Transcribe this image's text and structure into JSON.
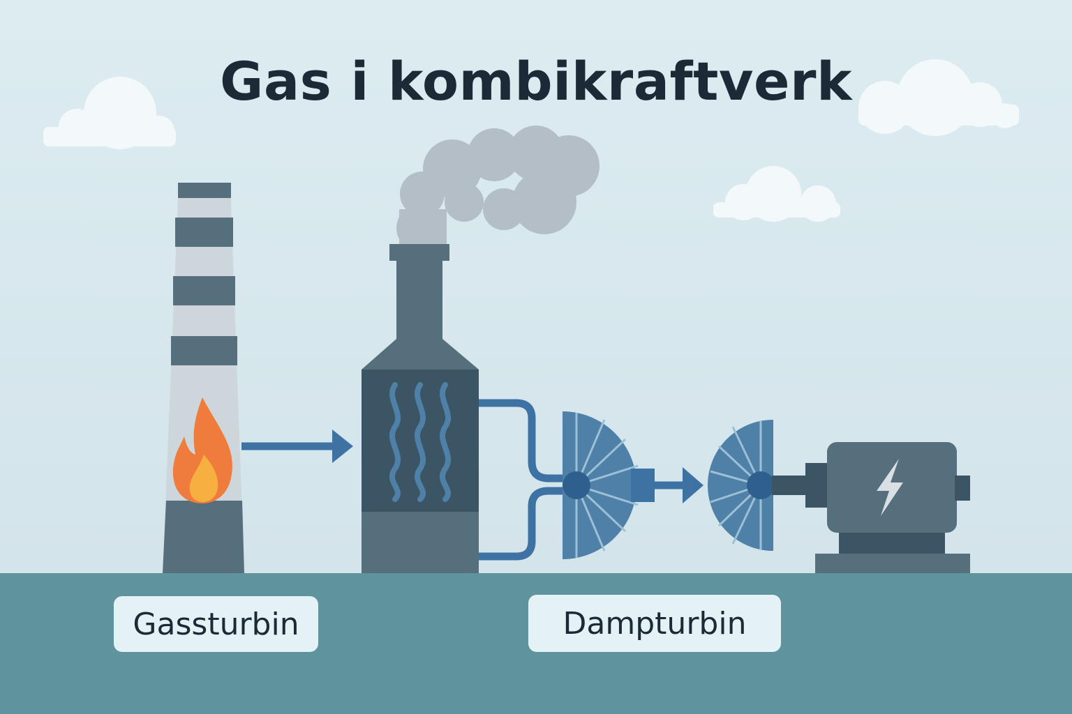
{
  "title": "Gas i kombikraftverk",
  "labels": {
    "gas_turbine": "Gassturbin",
    "steam_turbine": "Dampturbin"
  },
  "icons": [
    "cloud-icon",
    "flame-icon",
    "smoke-icon",
    "heat-wave-icon",
    "lightning-icon"
  ],
  "colors": {
    "sky": "#dcedf1",
    "ground": "#5f949e",
    "dark": "#3b5564",
    "mid": "#566f7c",
    "pipe": "#3d72a3",
    "turbine_blue": "#4f80a8",
    "flame_outer": "#ef7b3d",
    "flame_inner": "#f7b040",
    "smoke": "#b3bec6",
    "label_bg": "#e4f1f5",
    "text": "#1b2a36"
  }
}
